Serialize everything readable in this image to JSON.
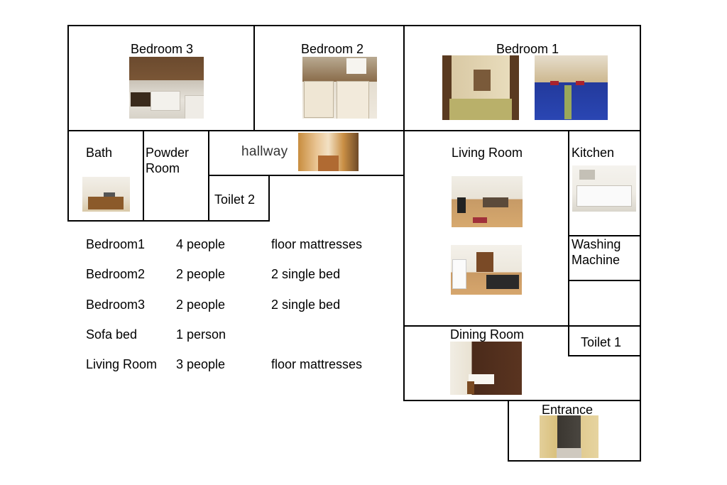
{
  "rooms": {
    "bedroom3": "Bedroom 3",
    "bedroom2": "Bedroom 2",
    "bedroom1": "Bedroom 1",
    "bath": "Bath",
    "powder_room_line1": "Powder",
    "powder_room_line2": "Room",
    "hallway": "hallway",
    "toilet2": "Toilet 2",
    "living_room": "Living Room",
    "kitchen": "Kitchen",
    "washing_machine_line1": "Washing",
    "washing_machine_line2": "Machine",
    "dining_room": "Dining Room",
    "toilet1": "Toilet 1",
    "entrance": "Entrance"
  },
  "capacity_table": [
    {
      "room": "Bedroom1",
      "people": "4 people",
      "bedding": "floor mattresses"
    },
    {
      "room": "Bedroom2",
      "people": "2 people",
      "bedding": "2 single bed"
    },
    {
      "room": "Bedroom3",
      "people": "2 people",
      "bedding": "2 single bed"
    },
    {
      "room": "Sofa bed",
      "people": "1 person",
      "bedding": ""
    },
    {
      "room": "Living Room",
      "people": "3 people",
      "bedding": "floor mattresses"
    }
  ]
}
